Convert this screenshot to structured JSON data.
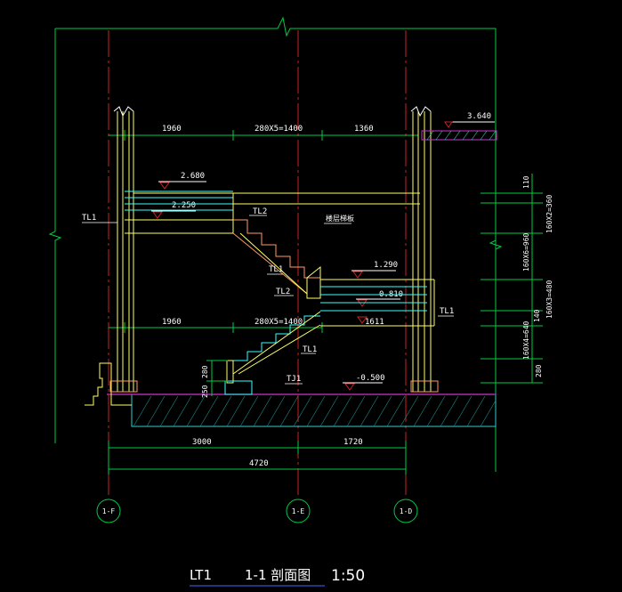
{
  "drawing": {
    "name": "LT1",
    "section": "1-1 剖面图",
    "scale": "1:50"
  },
  "colors": {
    "background": "#000000",
    "green": "#00cc44",
    "red": "#cc2222",
    "yellow": "#ffff66",
    "cyan": "#33ffff",
    "magenta": "#cc33cc",
    "orange": "#ff9966",
    "white": "#ffffff"
  },
  "dimensions": {
    "top_left": "1960",
    "top_mid": "280X5=1400",
    "top_right": "1360",
    "mid_left": "1960",
    "mid_mid": "280X5=1400",
    "bottom_left": "3000",
    "bottom_right": "1720",
    "bottom_total": "4720",
    "side_110": "110",
    "side_160x2": "160X2=360",
    "side_160x6": "160X6=960",
    "side_160x3": "160X3=480",
    "side_140": "140",
    "side_160x4": "160X4=640",
    "side_280": "280",
    "left_280": "280",
    "left_250": "250"
  },
  "elevations": {
    "e3640": "3.640",
    "e2680": "2.680",
    "e2250": "2.250",
    "e1290": "1.290",
    "e0810": "0.810",
    "e1611": "1611",
    "em0500": "-0.500"
  },
  "labels": {
    "tl1_left": "TL1",
    "tl2_top": "TL2",
    "tl1_mid": "TL1",
    "tl2_mid": "TL2",
    "tl1_right": "TL1",
    "tl1_low": "TL1",
    "tj1": "TJ1",
    "note": "楼层梯板"
  },
  "axes": [
    {
      "label": "1-F"
    },
    {
      "label": "1-E"
    },
    {
      "label": "1-D"
    }
  ]
}
